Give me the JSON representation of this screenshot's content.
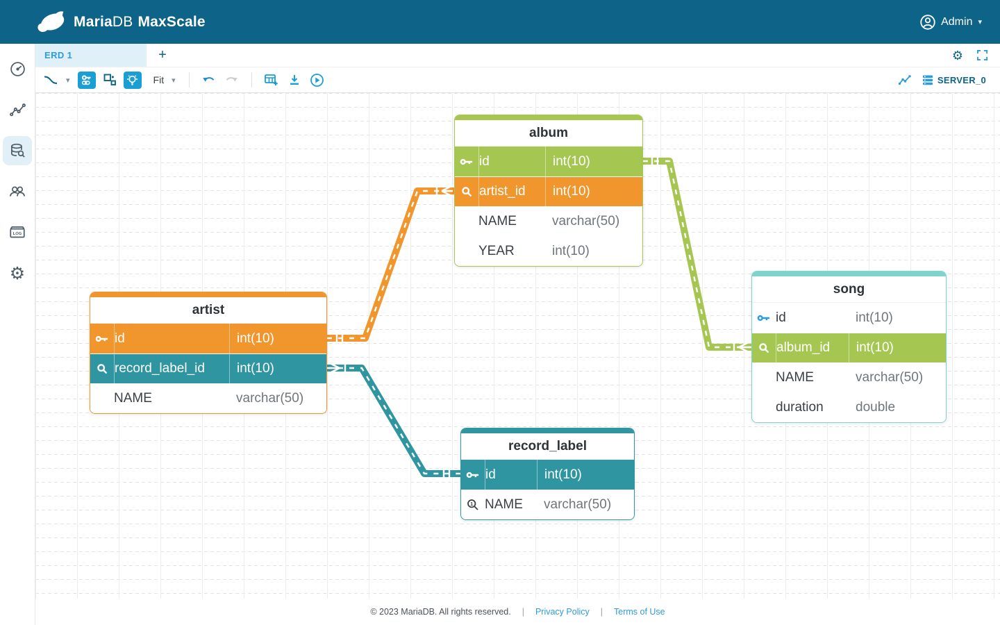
{
  "header": {
    "brand_a": "Maria",
    "brand_b": "DB",
    "product": "MaxScale",
    "user": "Admin"
  },
  "tabbar": {
    "tabs": [
      {
        "label": "ERD 1",
        "active": true
      }
    ],
    "add_label": "+"
  },
  "toolbar": {
    "fit_label": "Fit",
    "server_label": "SERVER_0"
  },
  "sidebar": {
    "items": [
      {
        "name": "dashboard"
      },
      {
        "name": "visualization"
      },
      {
        "name": "query-editor",
        "active": true
      },
      {
        "name": "users"
      },
      {
        "name": "logs"
      },
      {
        "name": "settings"
      }
    ]
  },
  "erd": {
    "tables": [
      {
        "name": "album",
        "theme": "#A5C752",
        "columns": [
          {
            "icon": "primary-key",
            "name": "id",
            "type": "int(10)",
            "bg": "#A5C752"
          },
          {
            "icon": "index",
            "name": "artist_id",
            "type": "int(10)",
            "bg": "#F0962D"
          },
          {
            "icon": "",
            "name": "NAME",
            "type": "varchar(50)",
            "bg": ""
          },
          {
            "icon": "",
            "name": "YEAR",
            "type": "int(10)",
            "bg": ""
          }
        ]
      },
      {
        "name": "artist",
        "theme": "#F0962D",
        "columns": [
          {
            "icon": "primary-key",
            "name": "id",
            "type": "int(10)",
            "bg": "#F0962D"
          },
          {
            "icon": "index",
            "name": "record_label_id",
            "type": "int(10)",
            "bg": "#2E95A1"
          },
          {
            "icon": "",
            "name": "NAME",
            "type": "varchar(50)",
            "bg": ""
          }
        ]
      },
      {
        "name": "song",
        "theme": "#7ED3CD",
        "columns": [
          {
            "icon": "primary-key",
            "name": "id",
            "type": "int(10)",
            "bg": ""
          },
          {
            "icon": "index",
            "name": "album_id",
            "type": "int(10)",
            "bg": "#A5C752"
          },
          {
            "icon": "",
            "name": "NAME",
            "type": "varchar(50)",
            "bg": ""
          },
          {
            "icon": "",
            "name": "duration",
            "type": "double",
            "bg": ""
          }
        ]
      },
      {
        "name": "record_label",
        "theme": "#2E95A1",
        "columns": [
          {
            "icon": "primary-key",
            "name": "id",
            "type": "int(10)",
            "bg": "#2E95A1"
          },
          {
            "icon": "unique-index",
            "name": "NAME",
            "type": "varchar(50)",
            "bg": ""
          }
        ]
      }
    ],
    "relationships": [
      {
        "from": "artist.id",
        "to": "album.artist_id",
        "from_cardinality": "one",
        "to_cardinality": "many",
        "color": "#F0962D"
      },
      {
        "from": "album.id",
        "to": "song.album_id",
        "from_cardinality": "one",
        "to_cardinality": "many",
        "color": "#A5C752"
      },
      {
        "from": "record_label.id",
        "to": "artist.record_label_id",
        "from_cardinality": "one",
        "to_cardinality": "many",
        "color": "#2E95A1"
      }
    ]
  },
  "footer": {
    "copyright": "© 2023 MariaDB. All rights reserved.",
    "sep": "|",
    "privacy_label": "Privacy Policy",
    "terms_label": "Terms of Use"
  },
  "colors": {
    "header": "#0E6488",
    "accent_blue": "#2D9CDB",
    "active_button": "#1A9FD5",
    "orange": "#F0962D",
    "green": "#A5C752",
    "teal": "#2E95A1",
    "light_teal": "#7ED3CD"
  },
  "icons": {
    "seal-logo": "mariadb-seal",
    "user-icon": "person-circle",
    "chevron-down-icon": "▾",
    "gear-icon": "⚙",
    "fullscreen-icon": "corner-brackets",
    "link-shape-icon": "s-curve",
    "relationship-key-icon": "key-chain",
    "auto-arrange-icon": "squares",
    "highlight-icon": "lightbulb",
    "undo-icon": "curved-arrow-left",
    "redo-icon": "curved-arrow-right",
    "create-table-icon": "grid-plus",
    "export-icon": "download-tray",
    "apply-icon": "play-circle",
    "visualize-icon": "sparkline",
    "server-icon": "server-stack",
    "dashboard-icon": "gauge",
    "monitor-icon": "chart-nodes",
    "query-editor-icon": "database-search",
    "users-icon": "people",
    "logs-icon": "log-box",
    "settings-icon": "gear",
    "primary-key-icon": "key",
    "index-icon": "magnifier",
    "unique-index-icon": "magnifier-1"
  }
}
